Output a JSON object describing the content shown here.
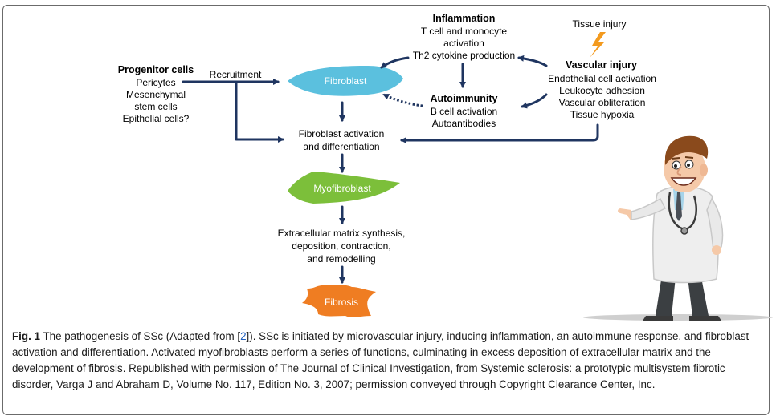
{
  "diagram": {
    "inflammation": {
      "title": "Inflammation",
      "lines": [
        "T cell and monocyte",
        "activation",
        "Th2 cytokine production"
      ]
    },
    "tissue_injury": "Tissue injury",
    "vascular_injury": {
      "title": "Vascular injury",
      "lines": [
        "Endothelial cell activation",
        "Leukocyte adhesion",
        "Vascular obliteration",
        "Tissue hypoxia"
      ]
    },
    "progenitor": {
      "title": "Progenitor cells",
      "lines": [
        "Pericytes",
        "Mesenchymal",
        "stem cells",
        "Epithelial cells?"
      ]
    },
    "recruitment": "Recruitment",
    "fibroblast": "Fibroblast",
    "autoimmunity": {
      "title": "Autoimmunity",
      "lines": [
        "B cell activation",
        "Autoantibodies"
      ]
    },
    "activation": {
      "lines": [
        "Fibroblast activation",
        "and differentiation"
      ]
    },
    "myofibroblast": "Myofibroblast",
    "ecm": {
      "lines": [
        "Extracellular matrix synthesis,",
        "deposition, contraction,",
        "and remodelling"
      ]
    },
    "fibrosis": "Fibrosis",
    "colors": {
      "arrow": "#1f3560",
      "fibroblast": "#5bc0de",
      "myofibroblast": "#7cbf3a",
      "fibrosis": "#ef7d22",
      "lightning": "#f39a1e"
    }
  },
  "caption": {
    "label": "Fig. 1",
    "text_before_ref": " The pathogenesis of SSc (Adapted from [",
    "ref": "2",
    "text_after_ref": "]). SSc is initiated by microvascular injury, inducing inflammation, an autoimmune response, and fibroblast activation and differentiation. Activated myofibroblasts perform a series of functions, culminating in excess deposition of extracellular matrix and the development of fibrosis. Republished with permission of The Journal of Clinical Investigation, from Systemic sclerosis: a prototypic multisystem fibrotic disorder, Varga J and Abraham D, Volume No. 117, Edition No. 3, 2007; permission conveyed through Copyright Clearance Center, Inc."
  }
}
